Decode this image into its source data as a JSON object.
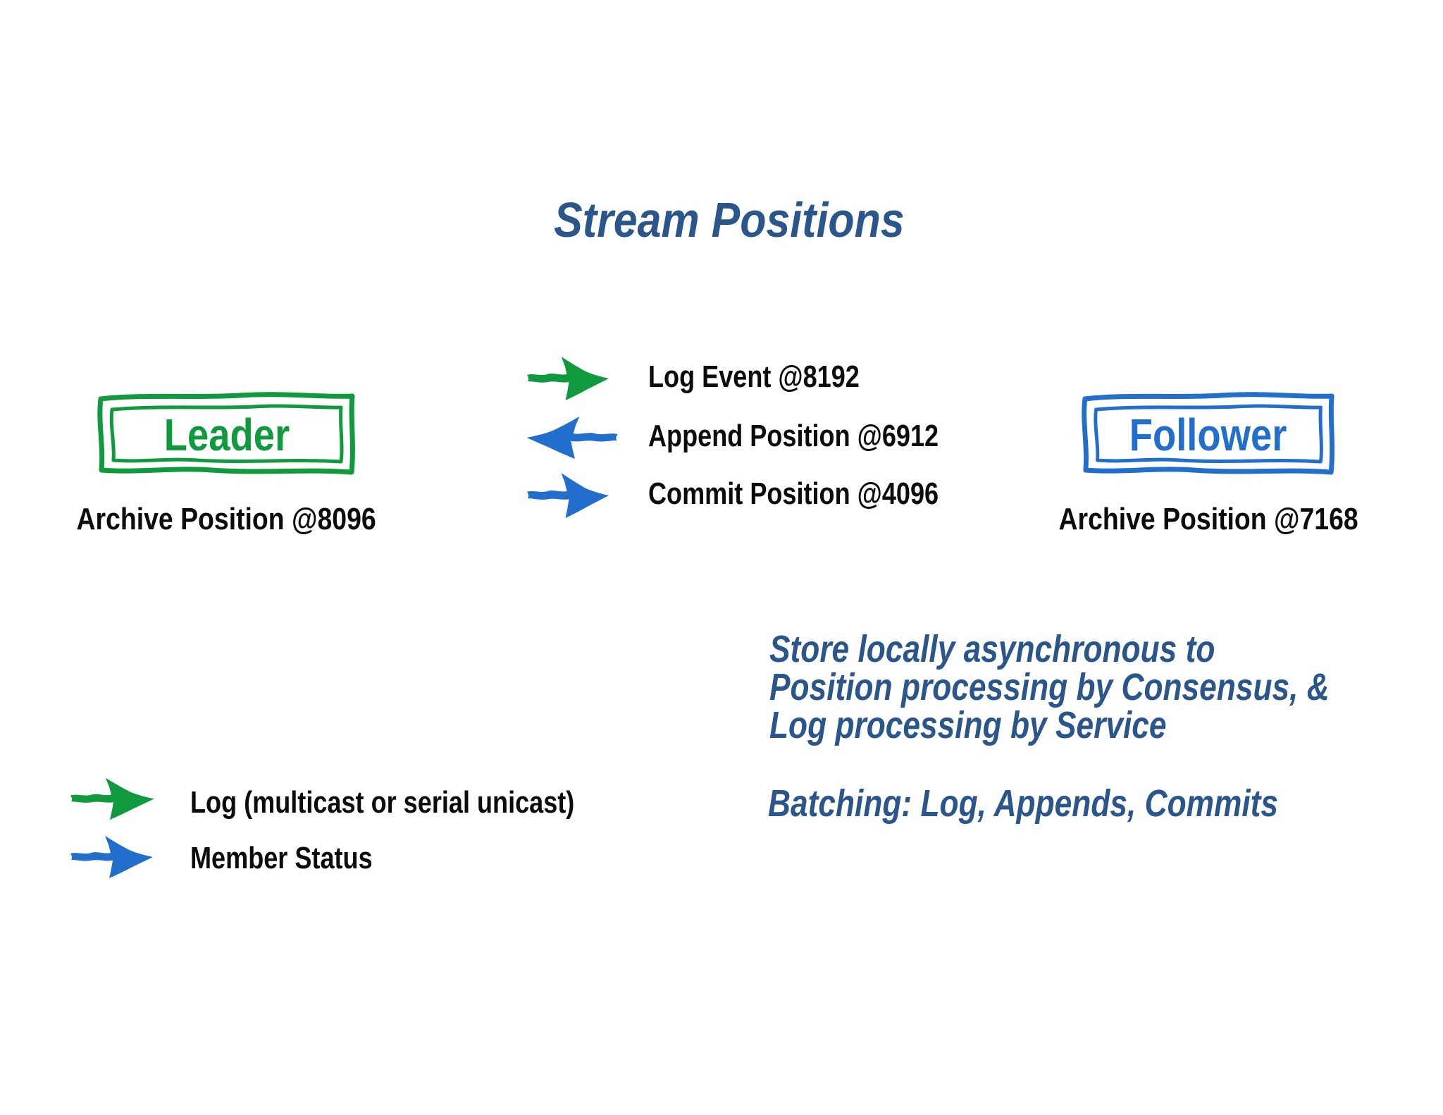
{
  "title": "Stream Positions",
  "colors": {
    "green": "#109a3e",
    "blue": "#216ecd",
    "navy": "#2a568c",
    "text": "#0c0c0c",
    "background": "#ffffff"
  },
  "leader": {
    "label": "Leader",
    "archive_label": "Archive Position @8096"
  },
  "follower": {
    "label": "Follower",
    "archive_label": "Archive Position @7168"
  },
  "stream_arrows": [
    {
      "label": "Log Event @8192",
      "direction": "right",
      "color": "green",
      "icon": "green-right-arrow-icon"
    },
    {
      "label": "Append Position @6912",
      "direction": "left",
      "color": "blue",
      "icon": "blue-left-arrow-icon"
    },
    {
      "label": "Commit Position @4096",
      "direction": "right",
      "color": "blue",
      "icon": "blue-right-arrow-icon"
    }
  ],
  "notes": {
    "store_lines": [
      "Store locally asynchronous to",
      "Position processing by Consensus, &",
      "Log processing by Service"
    ],
    "batching": "Batching: Log, Appends, Commits"
  },
  "legend": [
    {
      "label": "Log (multicast or serial unicast)",
      "direction": "right",
      "color": "green",
      "icon": "green-right-arrow-icon"
    },
    {
      "label": "Member Status",
      "direction": "right",
      "color": "blue",
      "icon": "blue-right-arrow-icon"
    }
  ]
}
